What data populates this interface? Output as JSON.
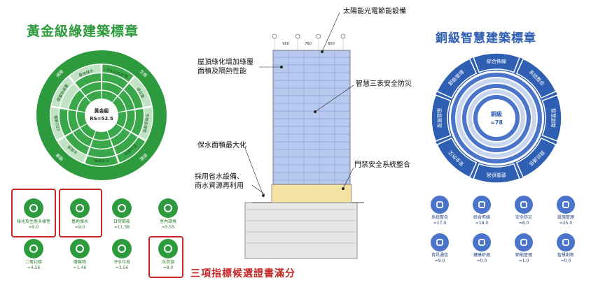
{
  "green": {
    "title": "黃金級綠建築標章",
    "center_label": "黃金級",
    "center_score": "RS=52.5",
    "wheel_labels": [
      "汙水垃圾改善",
      "綠化量",
      "生物多樣性",
      "室內環境",
      "日常節能",
      "水資源",
      "CO2減量",
      "廢棄物減量",
      "基地保水"
    ],
    "outer_labels": [
      "生態",
      "節能",
      "健康",
      "減廢"
    ],
    "colors": {
      "ring": "#2e9a3e",
      "fill": "#3aa84a",
      "light": "#bfe3c3",
      "highlight": "#c62828"
    },
    "indicators": [
      {
        "icon": "tree-icon",
        "label": "綠化及生態多樣性",
        "value": "=9.0"
      },
      {
        "icon": "rain-icon",
        "label": "基地保水",
        "value": "=9.0"
      },
      {
        "icon": "energy-icon",
        "label": "日常節能",
        "value": "=11.38"
      },
      {
        "icon": "bulb-icon",
        "label": "室內環境",
        "value": "=5.55"
      },
      {
        "icon": "factory-icon",
        "label": "二氧化碳",
        "value": "=4.58"
      },
      {
        "icon": "truck-icon",
        "label": "廢棄物",
        "value": "=1.46"
      },
      {
        "icon": "recycle-icon",
        "label": "汙水垃圾",
        "value": "=3.56"
      },
      {
        "icon": "faucet-icon",
        "label": "水資源",
        "value": "=8.0"
      }
    ],
    "note": "三項指標候選證書滿分"
  },
  "building": {
    "callouts": [
      "太陽能光電節能設備",
      "屋頂綠化增加綠覆",
      "面積及隔熱性能",
      "智慧三表安全防災",
      "保水面積最大化",
      "門禁安全系統整合",
      "採用省水設備、",
      "雨水資源再利用"
    ],
    "dims": [
      "960",
      "760",
      "800"
    ]
  },
  "smart": {
    "title": "銅級智慧建築標章",
    "center_label": "銅級",
    "center_score": "=78",
    "wheel_labels": [
      "綜合佈線",
      "系統整合",
      "智慧創新",
      "資訊通信",
      "健康舒適",
      "安全防災",
      "設施管理",
      "節能管理"
    ],
    "colors": {
      "ring": "#2f5fb2",
      "fill": "#4a74c9",
      "light": "#c9d6f0"
    },
    "indicators": [
      {
        "icon": "monitor-icon",
        "label": "系統整合",
        "value": "=17.0"
      },
      {
        "icon": "tower-icon",
        "label": "綜合佈線",
        "value": "=18.0"
      },
      {
        "icon": "extinguisher-icon",
        "label": "安全防災",
        "value": "=8.0"
      },
      {
        "icon": "tools-icon",
        "label": "設施管理",
        "value": "=25.0"
      },
      {
        "icon": "wifi-icon",
        "label": "資訊通信",
        "value": "=9.0"
      },
      {
        "icon": "person-icon",
        "label": "健康舒適",
        "value": "=0.0"
      },
      {
        "icon": "leaf-icon",
        "label": "節能管理",
        "value": "=1.0"
      },
      {
        "icon": "brain-icon",
        "label": "智慧創新",
        "value": "=0.0"
      }
    ]
  }
}
